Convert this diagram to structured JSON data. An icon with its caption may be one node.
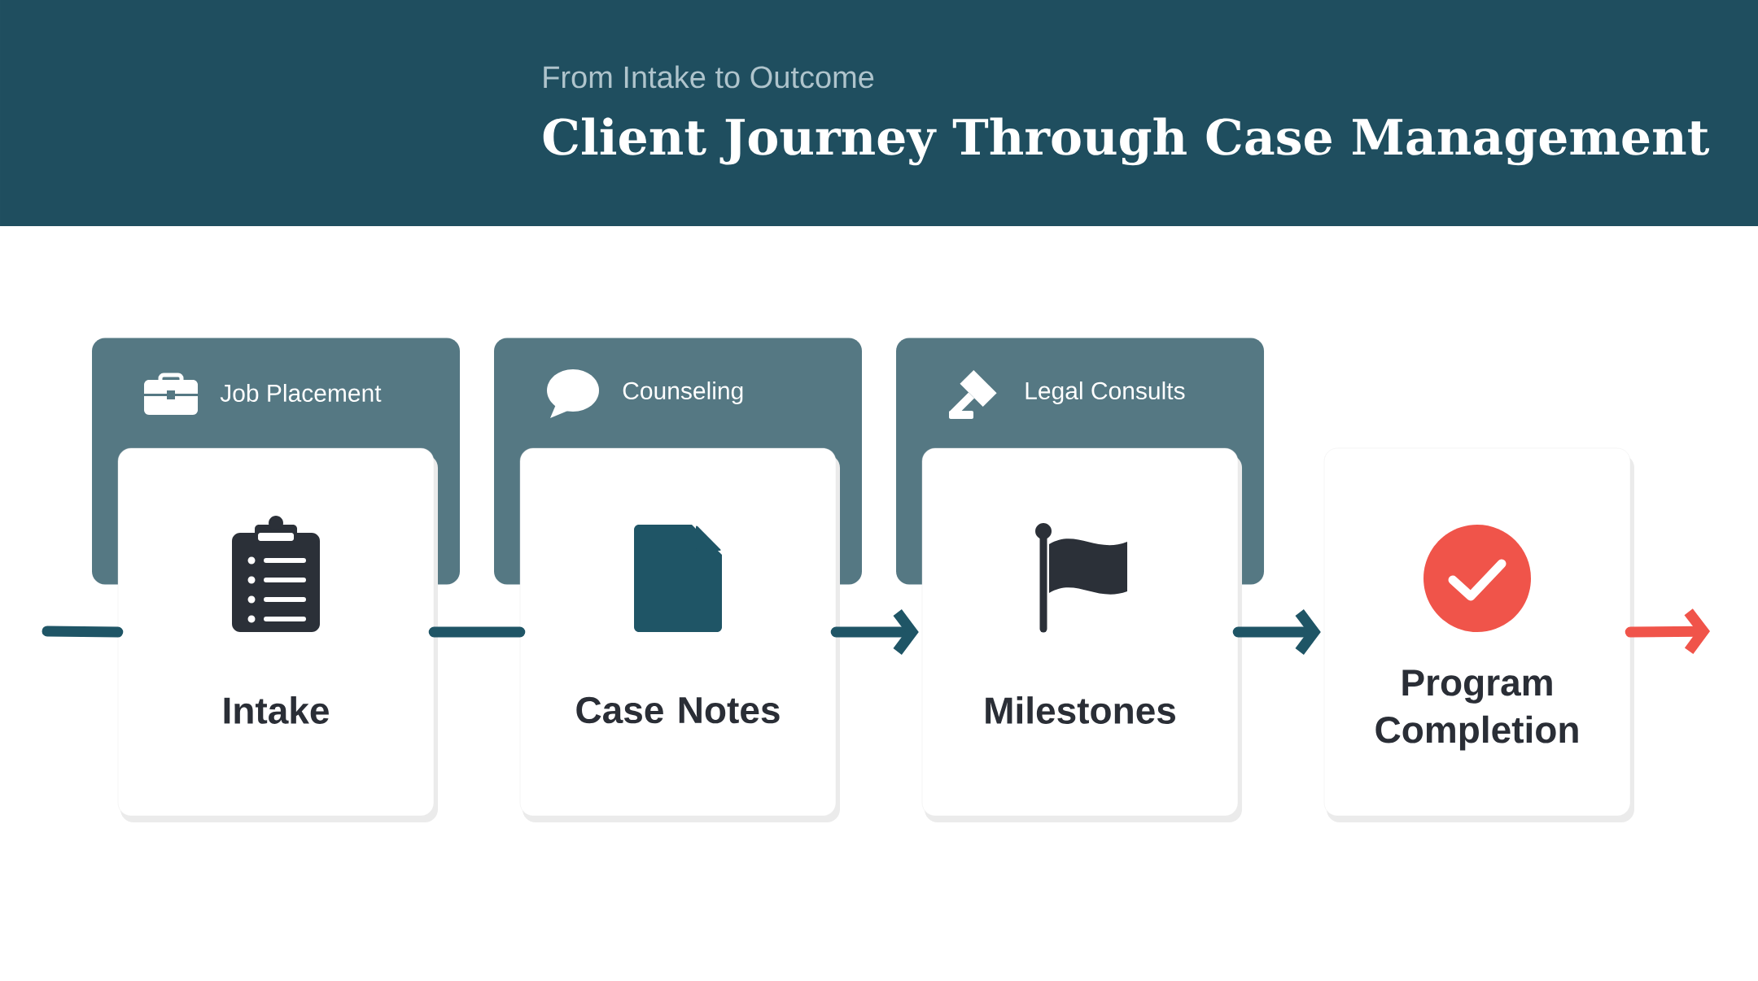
{
  "diagram": {
    "title": "Client Journey Through Case Management",
    "nodes": [
      {
        "text": [
          "Job Placement"
        ]
      },
      {
        "text": [
          "Counseling"
        ]
      },
      {
        "text": [
          "Legal Consults"
        ]
      },
      {
        "text": [
          "Intake"
        ]
      },
      {
        "text": [
          "Case Notes"
        ]
      },
      {
        "text": [
          "Milestones"
        ]
      },
      {
        "text": [
          "Program Completion"
        ]
      }
    ],
    "edges": [
      {
        "from": null,
        "to": 3,
        "arrow": "none"
      },
      {
        "from": 3,
        "to": 4,
        "arrow": "none"
      },
      {
        "from": 4,
        "to": 5,
        "arrow": "to"
      },
      {
        "from": 5,
        "to": 6,
        "arrow": "to"
      },
      {
        "from": 6,
        "to": null,
        "arrow": "to",
        "color": "#f0544a"
      }
    ],
    "labels": [
      "From Intake to Outcome"
    ]
  }
}
